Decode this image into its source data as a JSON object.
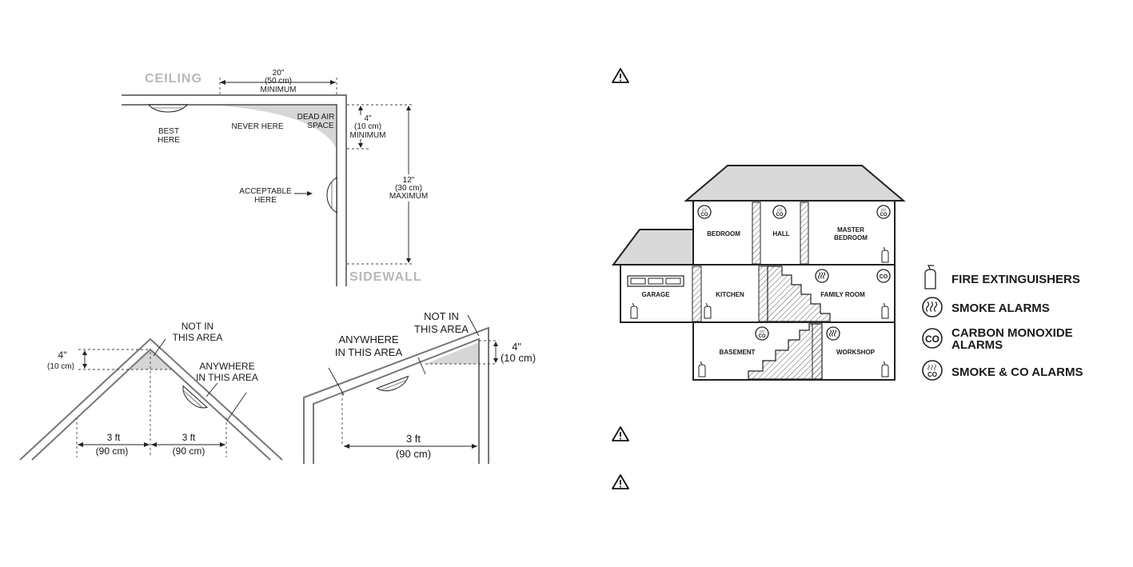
{
  "ceiling_diagram": {
    "ceiling_label": "CEILING",
    "sidewall_label": "SIDEWALL",
    "dim_20": [
      "20\"",
      "(50 cm)",
      "MINIMUM"
    ],
    "dim_4": [
      "4\"",
      "(10 cm)",
      "MINIMUM"
    ],
    "dim_12": [
      "12\"",
      "(30 cm)",
      "MAXIMUM"
    ],
    "dead_air": [
      "DEAD AIR",
      "SPACE"
    ],
    "never_here": "NEVER HERE",
    "best_here": [
      "BEST",
      "HERE"
    ],
    "acceptable_here": [
      "ACCEPTABLE",
      "HERE"
    ]
  },
  "peaked_diagram": {
    "not_in": [
      "NOT  IN",
      "THIS AREA"
    ],
    "anywhere": [
      "ANYWHERE",
      "IN THIS AREA"
    ],
    "dim_4": [
      "4\"",
      "(10 cm)"
    ],
    "dim_left": [
      "3 ft",
      "(90 cm)"
    ],
    "dim_right": [
      "3 ft",
      "(90 cm)"
    ]
  },
  "sloped_diagram": {
    "not_in": [
      "NOT  IN",
      "THIS AREA"
    ],
    "anywhere": [
      "ANYWHERE",
      "IN THIS AREA"
    ],
    "dim_4": [
      "4\"",
      "(10 cm)"
    ],
    "dim_3ft": [
      "3 ft",
      "(90 cm)"
    ]
  },
  "house": {
    "rooms": {
      "bedroom": "BEDROOM",
      "hall": "HALL",
      "master": [
        "MASTER",
        "BEDROOM"
      ],
      "garage": "GARAGE",
      "kitchen": "KITCHEN",
      "family": "FAMILY ROOM",
      "basement": "BASEMENT",
      "workshop": "WORKSHOP"
    },
    "icon_text": {
      "co": "CO"
    }
  },
  "legend": {
    "fire": "FIRE EXTINGUISHERS",
    "smoke": "SMOKE ALARMS",
    "co": [
      "CARBON MONOXIDE",
      "ALARMS"
    ],
    "smoke_co": "SMOKE & CO ALARMS"
  },
  "colors": {
    "shade": "#d6d6d6",
    "roof": "#d9d9d9",
    "wall": "#777777"
  }
}
